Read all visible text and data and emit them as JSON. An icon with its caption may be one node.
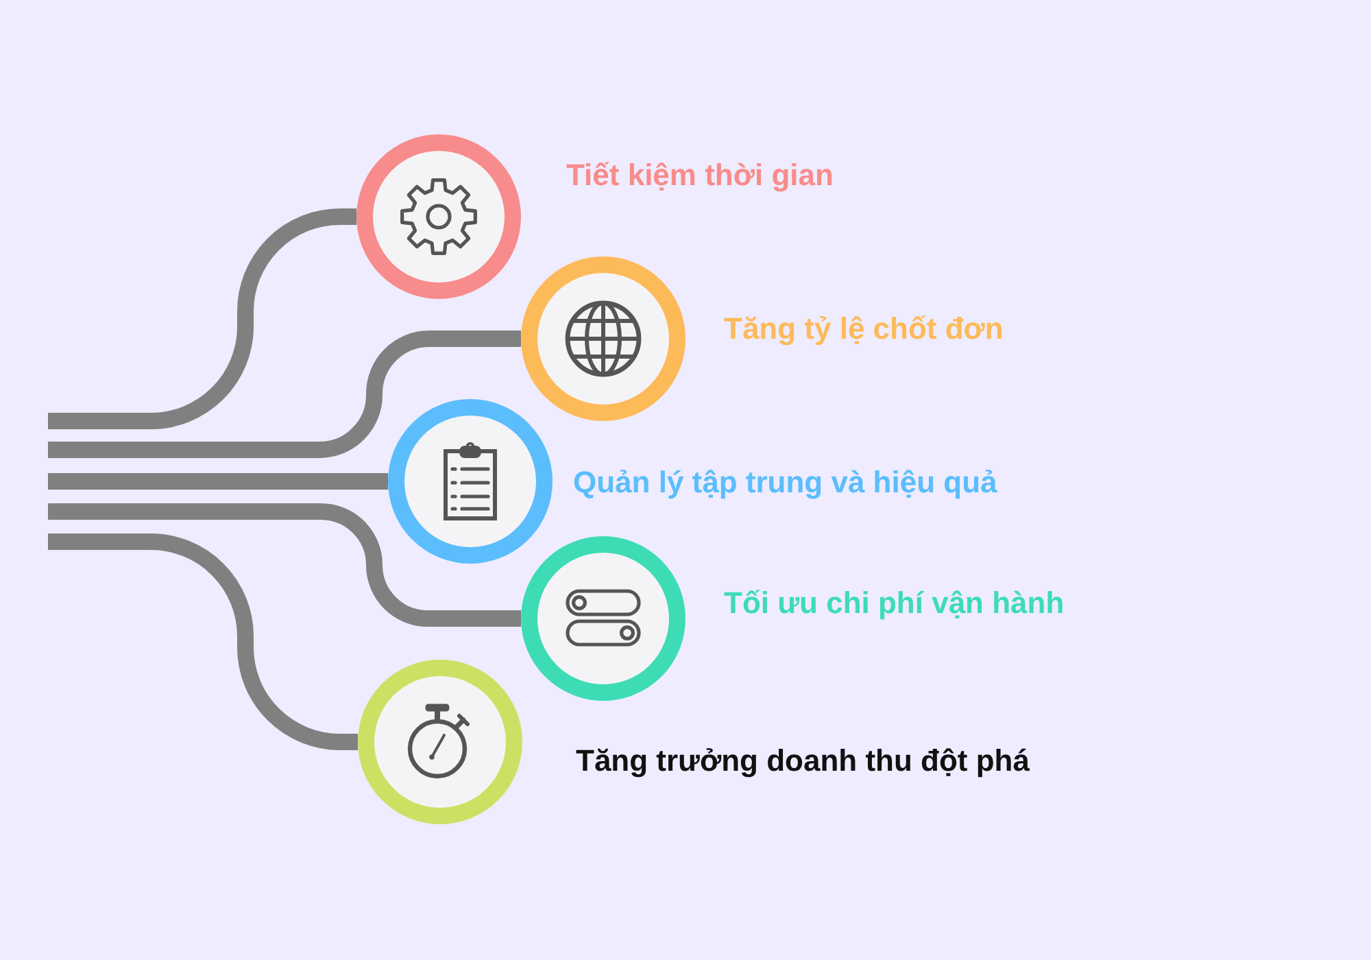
{
  "diagram": {
    "nodes": [
      {
        "text": [],
        "shape": "circle",
        "beside": [
          "Tiết kiệm thời gian"
        ]
      },
      {
        "text": [],
        "shape": "circle",
        "beside": [
          "Tăng tỷ lệ chốt đơn"
        ]
      },
      {
        "text": [],
        "shape": "circle",
        "beside": [
          "Quản lý tập trung và hiệu quả"
        ]
      },
      {
        "text": [],
        "shape": "circle",
        "beside": [
          "Tối ưu chi phí vận hành"
        ]
      },
      {
        "text": [],
        "shape": "circle",
        "beside": [
          "Tăng trưởng doanh thu đột phá"
        ]
      }
    ],
    "edges": [
      {
        "from": null,
        "to": 0,
        "arrow": "none"
      },
      {
        "from": null,
        "to": 1,
        "arrow": "none"
      },
      {
        "from": null,
        "to": 2,
        "arrow": "none"
      },
      {
        "from": null,
        "to": 3,
        "arrow": "none"
      },
      {
        "from": null,
        "to": 4,
        "arrow": "none"
      }
    ]
  }
}
